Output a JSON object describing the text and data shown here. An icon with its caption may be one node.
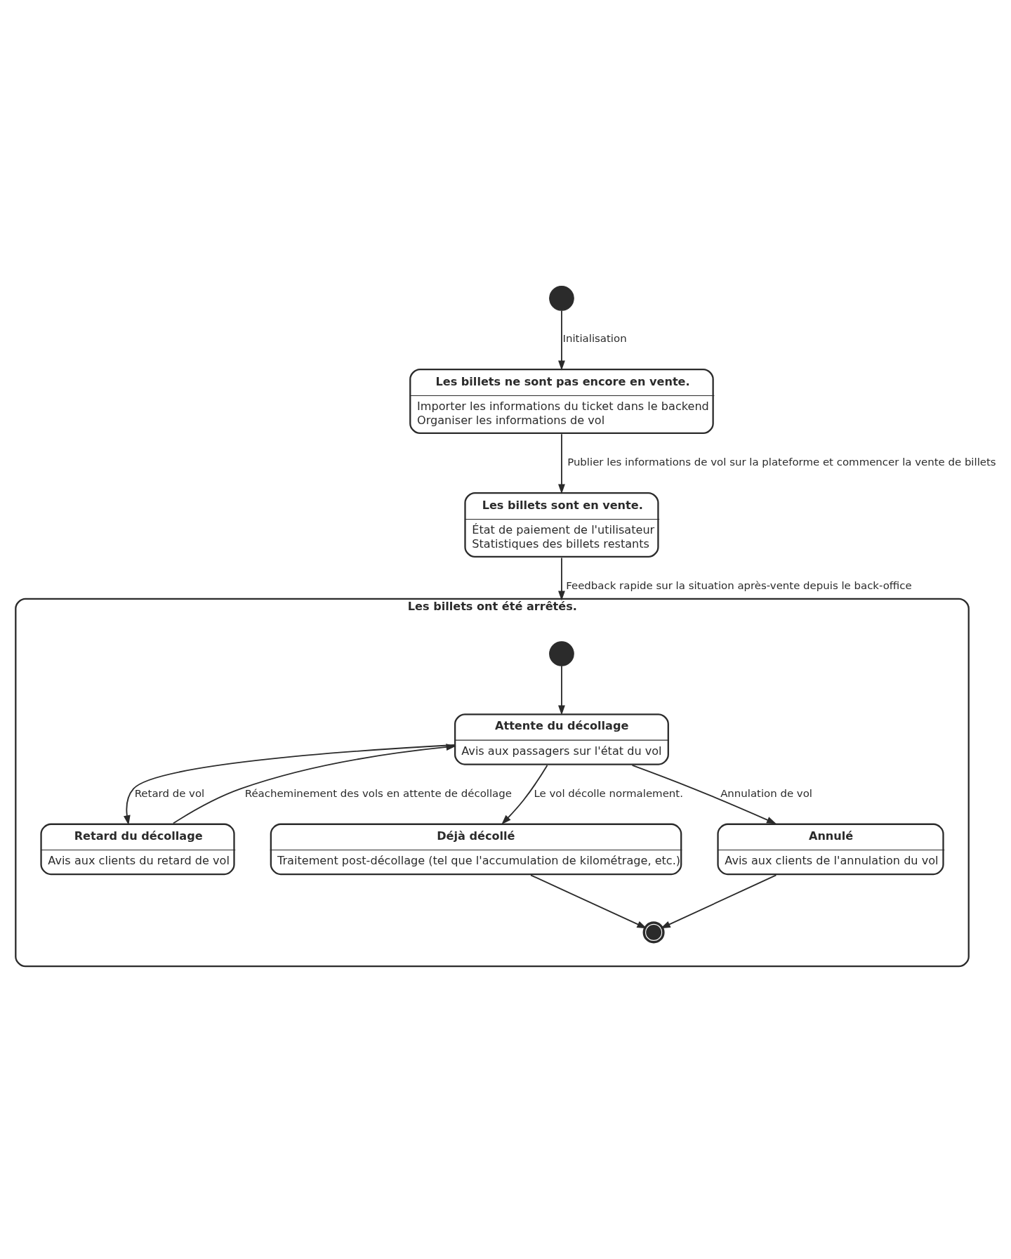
{
  "diagram": {
    "nodes": [
      {
        "text": [],
        "shape": "circle"
      },
      {
        "text": [
          "Les billets ne sont pas encore en vente.",
          "Importer les informations du ticket dans le backend",
          "Organiser les informations de vol"
        ]
      },
      {
        "text": [
          "Les billets sont en vente.",
          "État de paiement de l'utilisateur",
          "Statistiques des billets restants"
        ]
      },
      {
        "text": [
          "Les billets ont été arrêtés."
        ]
      },
      {
        "text": [],
        "shape": "circle",
        "in": 3
      },
      {
        "text": [
          "Attente du décollage",
          "Avis aux passagers sur l'état du vol"
        ],
        "in": 3
      },
      {
        "text": [
          "Retard du décollage",
          "Avis aux clients du retard de vol"
        ],
        "in": 3
      },
      {
        "text": [
          "Déjà décollé",
          "Traitement post-décollage (tel que l'accumulation de kilométrage, etc.)"
        ],
        "in": 3
      },
      {
        "text": [
          "Annulé",
          "Avis aux clients de l'annulation du vol"
        ],
        "in": 3
      },
      {
        "text": [],
        "shape": "circle",
        "in": 3
      }
    ],
    "edges": [
      {
        "from": 0,
        "to": 1,
        "arrow": "to",
        "label": "Initialisation"
      },
      {
        "from": 1,
        "to": 2,
        "arrow": "to",
        "label": "Publier les informations de vol sur la plateforme et commencer la vente de billets"
      },
      {
        "from": 2,
        "to": 3,
        "arrow": "to",
        "label": "Feedback rapide sur la situation après-vente depuis le back-office"
      },
      {
        "from": 4,
        "to": 5,
        "arrow": "to"
      },
      {
        "from": 5,
        "to": 6,
        "arrow": "to",
        "label": "Retard de vol"
      },
      {
        "from": 6,
        "to": 5,
        "arrow": "to",
        "label": "Réacheminement des vols en attente de décollage"
      },
      {
        "from": 5,
        "to": 7,
        "arrow": "to",
        "label": "Le vol décolle normalement."
      },
      {
        "from": 5,
        "to": 8,
        "arrow": "to",
        "label": "Annulation de vol"
      },
      {
        "from": 7,
        "to": 9,
        "arrow": "to"
      },
      {
        "from": 8,
        "to": 9,
        "arrow": "to"
      }
    ]
  }
}
